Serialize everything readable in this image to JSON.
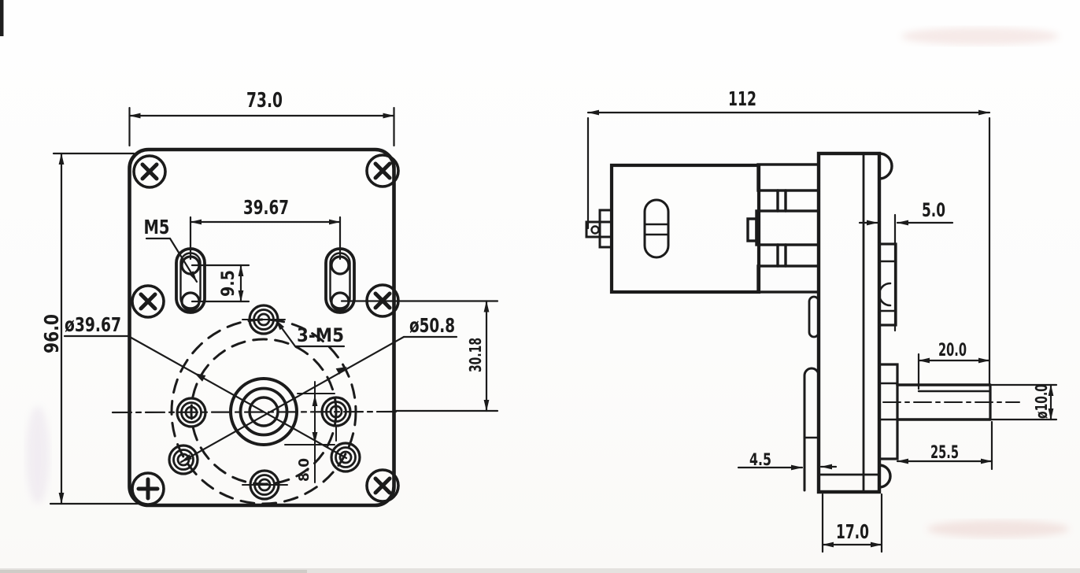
{
  "drawing": {
    "front_view": {
      "plate_width": "73.0",
      "plate_height": "96.0",
      "slot_span": "39.67",
      "slot_hole_pitch": "9.5",
      "slot_thread": "M5",
      "bolt_circle_small": "ø39.67",
      "bolt_circle_large": "ø50.8",
      "thread_callout": "3-M5",
      "hole_offset": "30.18",
      "shaft_flat": "8.0"
    },
    "side_view": {
      "overall_length": "112",
      "boss_thickness": "5.0",
      "shaft_flat_length": "20.0",
      "shaft_diameter": "ø10.0",
      "shaft_length": "25.5",
      "tab_width": "4.5",
      "gearbox_depth": "17.0"
    },
    "colors": {
      "ink": "#1b1b1b",
      "paper": "#fcfcfb",
      "watermark_pink": "#d9a39b",
      "watermark_purple": "#b9a0c9"
    }
  }
}
